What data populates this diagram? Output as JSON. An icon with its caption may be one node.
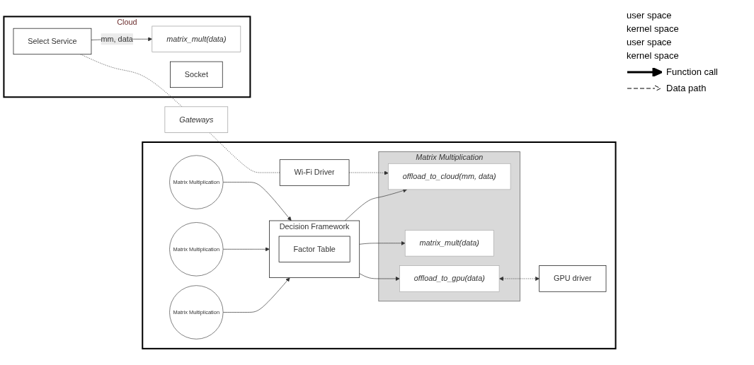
{
  "diagram": {
    "nodes": [
      {
        "text": [],
        "shape": "box"
      },
      {
        "text": [
          "Decision Framework"
        ],
        "in": 0
      },
      {
        "text": [
          "Factor Table"
        ],
        "in": 1
      },
      {
        "text": [
          "Matrix Multiplication"
        ],
        "in": 0
      },
      {
        "text": [
          "Matrix Multiplication"
        ],
        "in": 0
      },
      {
        "text": [
          "Matrix Multiplication"
        ],
        "in": 0
      },
      {
        "text": [
          "Matrix Multiplication"
        ],
        "in": 0
      },
      {
        "text": [
          "offload_to_cloud(mm, data)"
        ],
        "in": 6
      },
      {
        "text": [
          "matrix_mult(data)"
        ],
        "in": 6
      },
      {
        "text": [
          "offload_to_gpu(data)"
        ],
        "in": 6
      },
      {
        "text": [
          "GPU driver"
        ],
        "in": 0
      },
      {
        "text": [
          "Wi-Fi Driver"
        ],
        "in": 0
      },
      {
        "text": [
          "Gateways"
        ]
      },
      {
        "text": [
          "Cloud"
        ]
      },
      {
        "text": [
          "matrix_mult(data)"
        ],
        "in": 13
      },
      {
        "text": [
          "Select Service"
        ],
        "in": 13
      },
      {
        "text": [
          "Socket"
        ],
        "in": 13
      }
    ],
    "edges": [
      {
        "from": 3,
        "to": 1,
        "arrow": "to"
      },
      {
        "from": 4,
        "to": 1,
        "arrow": "to"
      },
      {
        "from": 5,
        "to": 1,
        "arrow": "to"
      },
      {
        "from": 1,
        "to": 7,
        "arrow": "to"
      },
      {
        "from": 1,
        "to": 8,
        "arrow": "to"
      },
      {
        "from": 1,
        "to": 9,
        "arrow": "to"
      },
      {
        "from": 15,
        "to": 14,
        "arrow": "to",
        "label": "mm, data"
      },
      {
        "from": 9,
        "to": 10,
        "arrow": "both",
        "style": "dashed"
      },
      {
        "from": 15,
        "to": 12,
        "arrow": "none",
        "style": "dashed"
      },
      {
        "from": 12,
        "to": 11,
        "arrow": "none",
        "style": "dashed"
      },
      {
        "from": 11,
        "to": 7,
        "arrow": "to",
        "style": "dashed"
      }
    ],
    "labels": [
      "user space",
      "kernel space",
      "user space",
      "kernel space"
    ],
    "legend": [
      {
        "text": "Function call"
      },
      {
        "text": "Data path"
      }
    ]
  }
}
